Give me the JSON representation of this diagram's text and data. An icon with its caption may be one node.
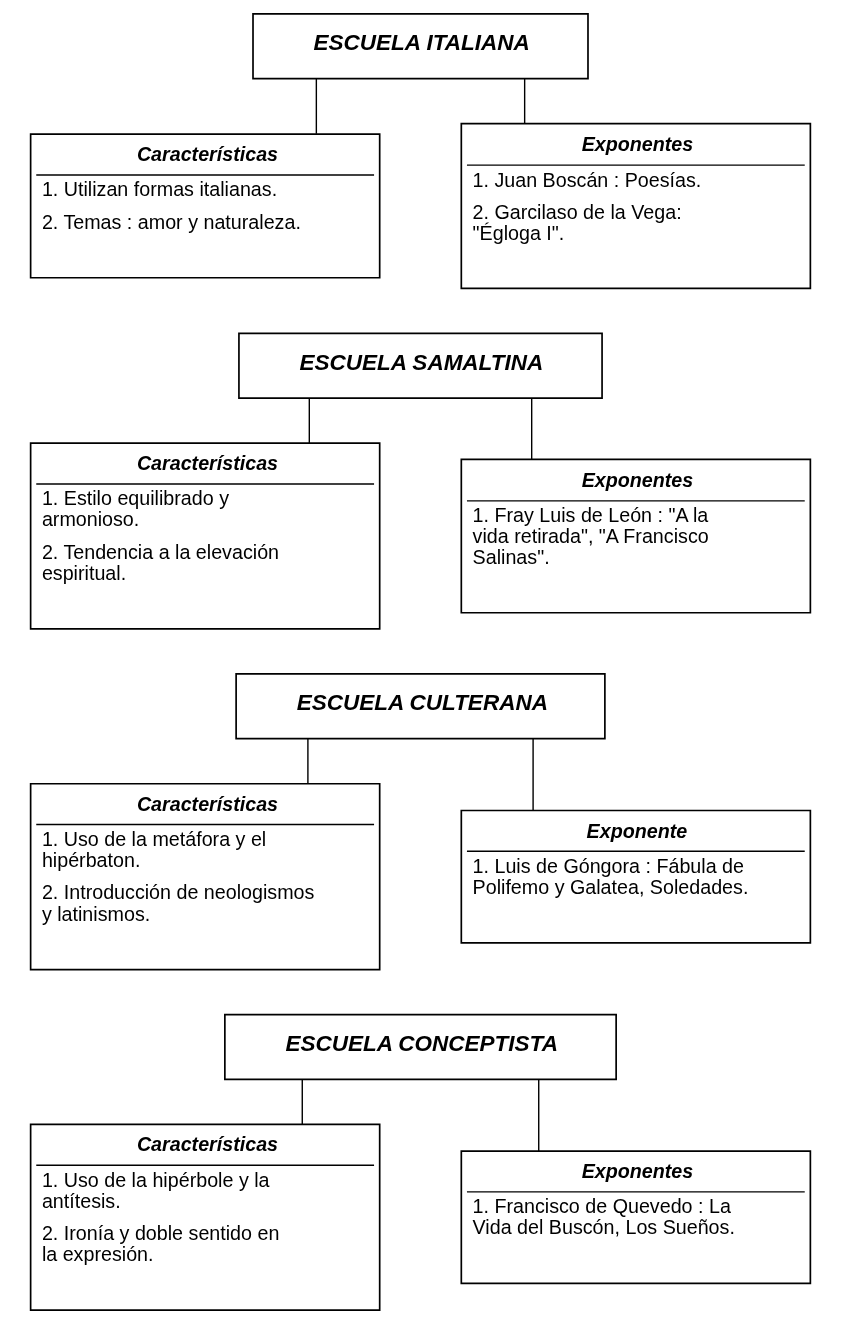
{
  "diagram": {
    "nodes": [
      {
        "text": [
          "ESCUELA ITALIANA"
        ]
      },
      {
        "text": [
          "Características",
          "1. Utilizan formas italianas.",
          "2. Temas : amor y naturaleza."
        ]
      },
      {
        "text": [
          "Exponentes",
          "1. Juan Boscán : Poesías.",
          "2. Garcilaso de la Vega: \"Égloga I\"."
        ]
      },
      {
        "text": [
          "ESCUELA SAMALTINA"
        ]
      },
      {
        "text": [
          "Características",
          "1. Estilo equilibrado y armonioso.",
          "2. Tendencia a la elevación espiritual."
        ]
      },
      {
        "text": [
          "Exponentes",
          "1. Fray Luis de León : \"A la vida retirada\", \"A Francisco Salinas\"."
        ]
      },
      {
        "text": [
          "ESCUELA CULTERANA"
        ]
      },
      {
        "text": [
          "Características",
          "1. Uso de la metáfora y el hipérbaton.",
          "2. Introducción de neologismos y latinismos."
        ]
      },
      {
        "text": [
          "Exponente",
          "1. Luis de Góngora : Fábula de Polifemo y Galatea, Soledades."
        ]
      },
      {
        "text": [
          "ESCUELA CONCEPTISTA"
        ]
      },
      {
        "text": [
          "Características",
          "1. Uso de la hipérbole y la antítesis.",
          "2. Ironía y doble sentido en la expresión."
        ]
      },
      {
        "text": [
          "Exponentes",
          "1. Francisco de Quevedo : La Vida del Buscón, Los Sueños."
        ]
      }
    ],
    "edges": [
      {
        "from": 0,
        "to": 1,
        "arrow": "none"
      },
      {
        "from": 0,
        "to": 2,
        "arrow": "none"
      },
      {
        "from": 3,
        "to": 4,
        "arrow": "none"
      },
      {
        "from": 3,
        "to": 5,
        "arrow": "none"
      },
      {
        "from": 6,
        "to": 7,
        "arrow": "none"
      },
      {
        "from": 6,
        "to": 8,
        "arrow": "none"
      },
      {
        "from": 9,
        "to": 10,
        "arrow": "none"
      },
      {
        "from": 9,
        "to": 11,
        "arrow": "none"
      }
    ]
  }
}
